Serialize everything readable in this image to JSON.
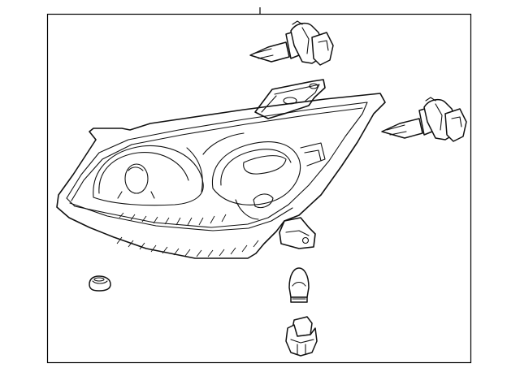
{
  "diagram": {
    "frame_color": "#000000",
    "line_color": "#111111",
    "background": "#ffffff",
    "parts": [
      {
        "name": "headlamp-assembly",
        "icon": "headlamp-icon"
      },
      {
        "name": "high-beam-bulb",
        "icon": "bulb-icon"
      },
      {
        "name": "low-beam-bulb",
        "icon": "bulb-icon"
      },
      {
        "name": "turn-signal-bulb",
        "icon": "bulb-icon"
      },
      {
        "name": "bulb-socket",
        "icon": "socket-icon"
      },
      {
        "name": "grommet",
        "icon": "grommet-icon"
      }
    ]
  }
}
